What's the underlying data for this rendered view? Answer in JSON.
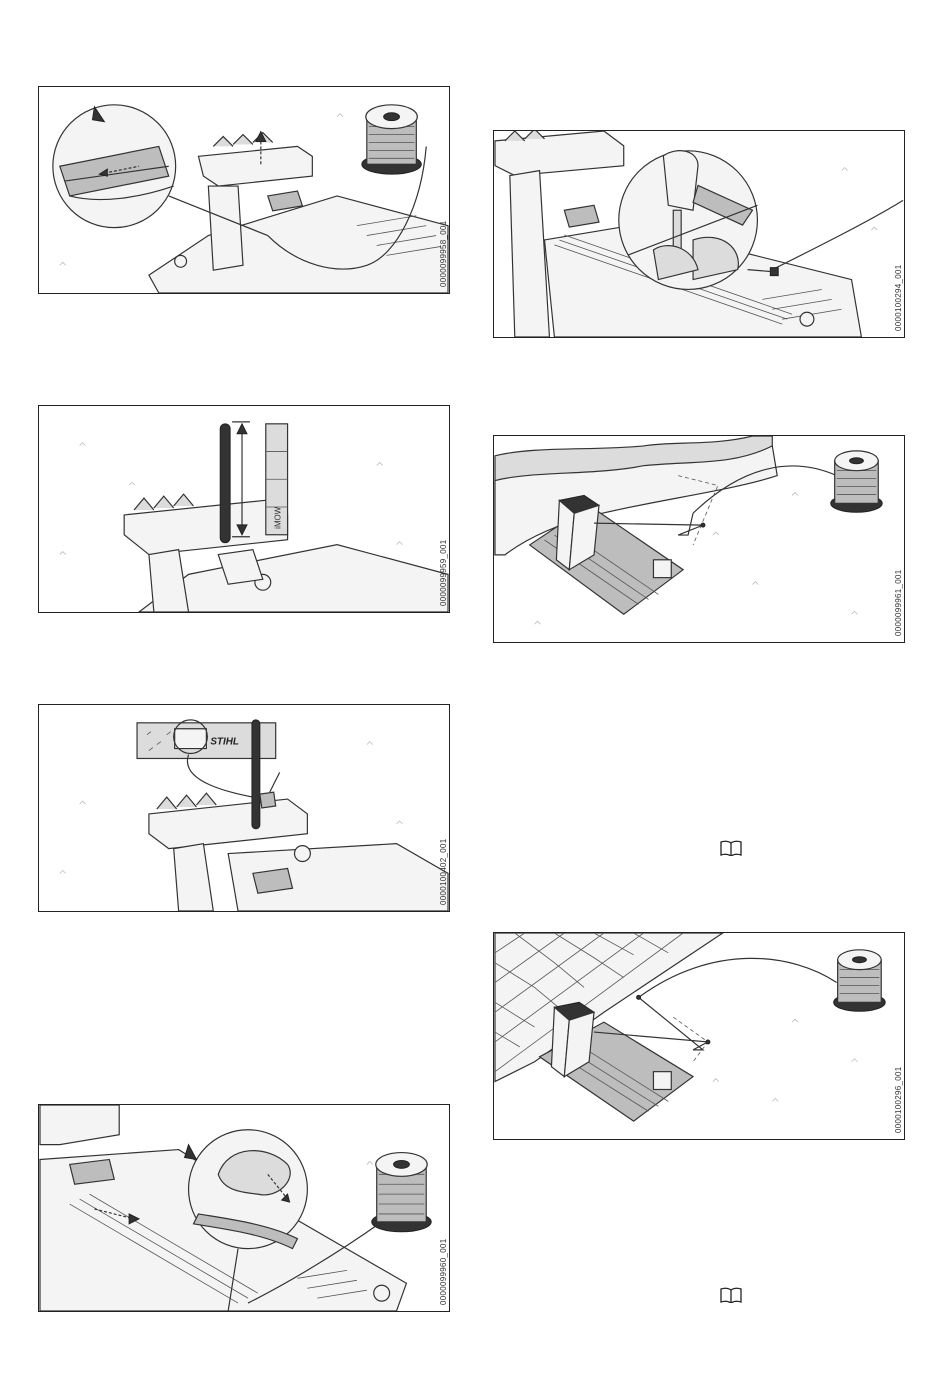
{
  "figures": [
    {
      "id": "fig1",
      "code": "0000099958_001"
    },
    {
      "id": "fig2",
      "code": "0000099959_001"
    },
    {
      "id": "fig3",
      "code": "0000100402_001",
      "brand": "STIHL"
    },
    {
      "id": "fig4",
      "code": "0000099960_001"
    },
    {
      "id": "fig5",
      "code": "0000100294_001"
    },
    {
      "id": "fig6",
      "code": "0000099961_001"
    },
    {
      "id": "fig7",
      "code": "0000100296_001"
    }
  ],
  "gauge_label": "iMOW",
  "icons": {
    "reference": "book-icon"
  }
}
